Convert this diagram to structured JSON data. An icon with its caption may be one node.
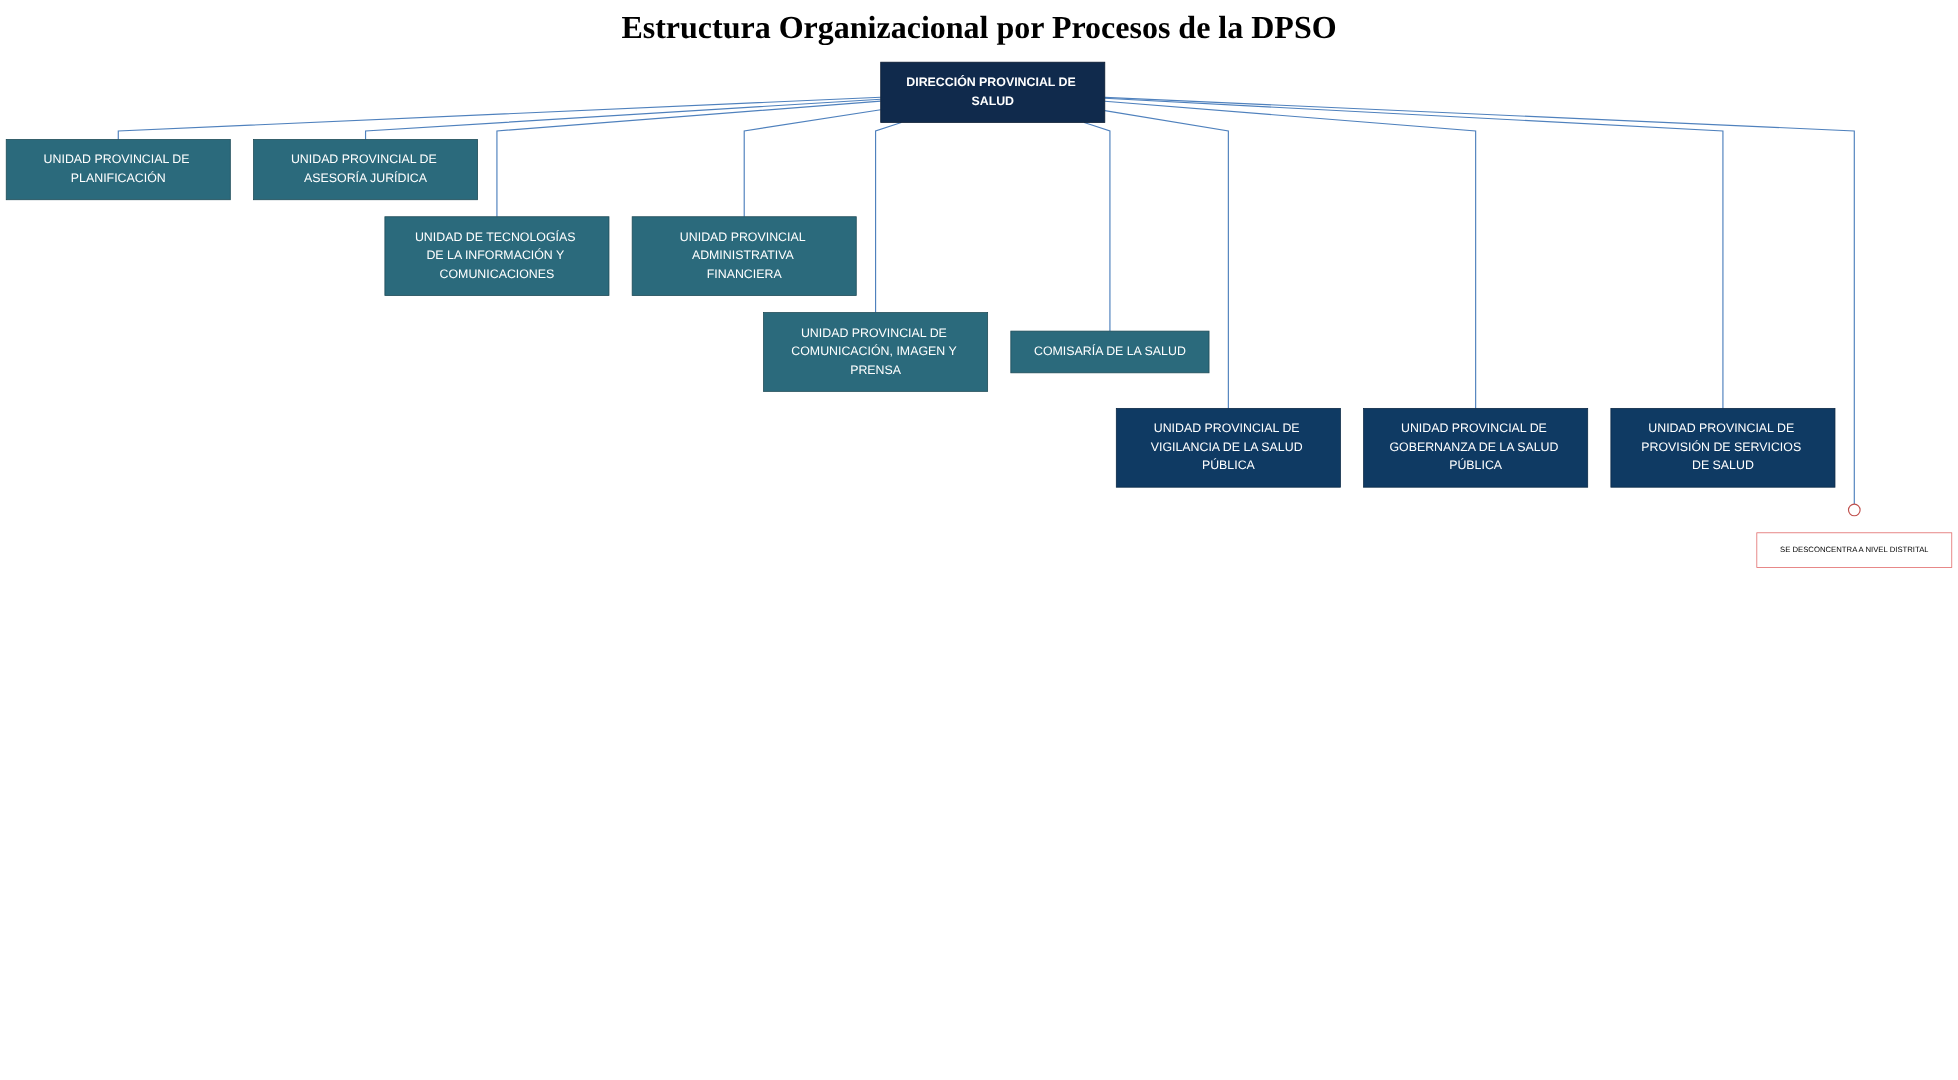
{
  "diagram": {
    "title": "Estructura Organizacional por Procesos de la DPSO",
    "nodes": [
      {
        "text": [
          "DIRECCIÓN PROVINCIAL DE SALUD"
        ]
      },
      {
        "text": [
          "UNIDAD PROVINCIAL DE PLANIFICACIÓN"
        ]
      },
      {
        "text": [
          "UNIDAD PROVINCIAL DE ASESORÍA JURÍDICA"
        ]
      },
      {
        "text": [
          "UNIDAD DE TECNOLOGÍAS DE LA INFORMACIÓN Y COMUNICACIONES"
        ]
      },
      {
        "text": [
          "UNIDAD PROVINCIAL ADMINISTRATIVA FINANCIERA"
        ]
      },
      {
        "text": [
          "UNIDAD PROVINCIAL DE COMUNICACIÓN, IMAGEN Y PRENSA"
        ]
      },
      {
        "text": [
          "COMISARÍA DE LA SALUD"
        ]
      },
      {
        "text": [
          "UNIDAD PROVINCIAL DE VIGILANCIA DE LA SALUD PÚBLICA"
        ]
      },
      {
        "text": [
          "UNIDAD PROVINCIAL DE GOBERNANZA DE LA SALUD PÚBLICA"
        ]
      },
      {
        "text": [
          "UNIDAD PROVINCIAL DE PROVISIÓN DE SERVICIOS DE SALUD"
        ]
      },
      {
        "text": [],
        "shape": "circle"
      },
      {
        "text": [
          "SE DESCONCENTRA A NIVEL DISTRITAL"
        ]
      }
    ],
    "edges": [
      {
        "from": 0,
        "to": 1,
        "arrow": "none"
      },
      {
        "from": 0,
        "to": 2,
        "arrow": "none"
      },
      {
        "from": 0,
        "to": 3,
        "arrow": "none"
      },
      {
        "from": 0,
        "to": 4,
        "arrow": "none"
      },
      {
        "from": 0,
        "to": 5,
        "arrow": "none"
      },
      {
        "from": 0,
        "to": 6,
        "arrow": "none"
      },
      {
        "from": 0,
        "to": 7,
        "arrow": "none"
      },
      {
        "from": 0,
        "to": 8,
        "arrow": "none"
      },
      {
        "from": 0,
        "to": 9,
        "arrow": "none"
      },
      {
        "from": 0,
        "to": 10,
        "arrow": "none"
      }
    ]
  }
}
